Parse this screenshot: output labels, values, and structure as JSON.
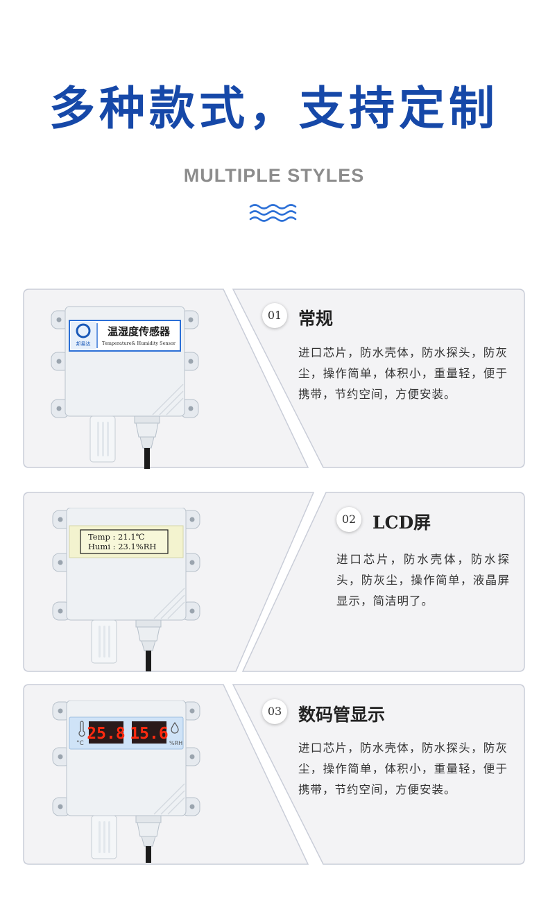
{
  "header": {
    "title": "多种款式，支持定制",
    "subtitle": "MULTIPLE STYLES"
  },
  "styles": [
    {
      "number": "01",
      "title": "常规",
      "description": "进口芯片，防水壳体，防水探头，防灰尘，操作简单，体积小，重量轻，便于携带，节约空间，方便安装。",
      "label_cn": "温湿度传感器",
      "label_en": "Temperature& Humidity Sensor",
      "logo_text": "邦易达"
    },
    {
      "number": "02",
      "title": "LCD屏",
      "description": "进口芯片，防水壳体，防水探头，防灰尘，操作简单，液晶屏显示，简洁明了。",
      "lcd_line1": "Temp : 21.1℃",
      "lcd_line2": "Humi : 23.1%RH"
    },
    {
      "number": "03",
      "title": "数码管显示",
      "description": "进口芯片，防水壳体，防水探头，防灰尘，操作简单，体积小，重量轻，便于携带，节约空间，方便安装。",
      "temp_value": "25.8",
      "temp_unit": "°C",
      "humi_value": "15.6",
      "humi_unit": "%RH"
    }
  ],
  "colors": {
    "title_blue": "#1648a8",
    "wave_blue": "#2b6fd6",
    "card_bg": "#f3f3f5",
    "card_border": "#c9cdd8",
    "led_red": "#ff2a10"
  }
}
